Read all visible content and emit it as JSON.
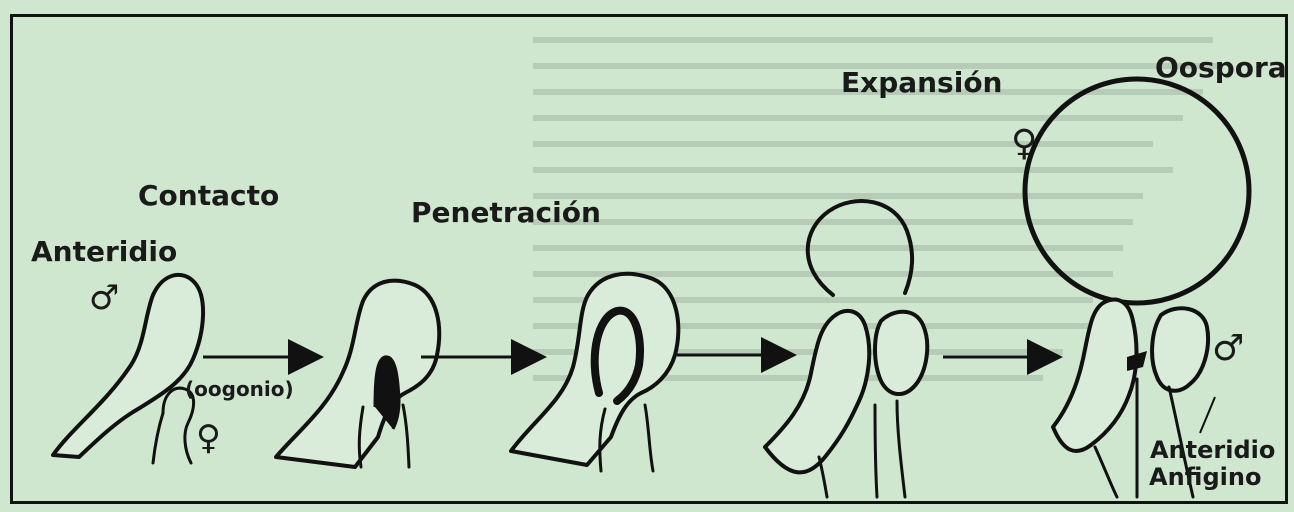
{
  "labels": {
    "anteridio": "Anteridio",
    "male_symbol_1": "♂",
    "oogonio": "(oogonio)",
    "female_symbol_1": "♀",
    "contacto": "Contacto",
    "penetracion": "Penetración",
    "expansion": "Expansión",
    "oospora": "Oospora",
    "female_symbol_2": "♀",
    "male_symbol_2": "♂",
    "anteridio_anfigino_1": "Anteridio",
    "anteridio_anfigino_2": "Anfigino"
  },
  "colors": {
    "background": "#cfe7cf",
    "ink": "#111111"
  }
}
